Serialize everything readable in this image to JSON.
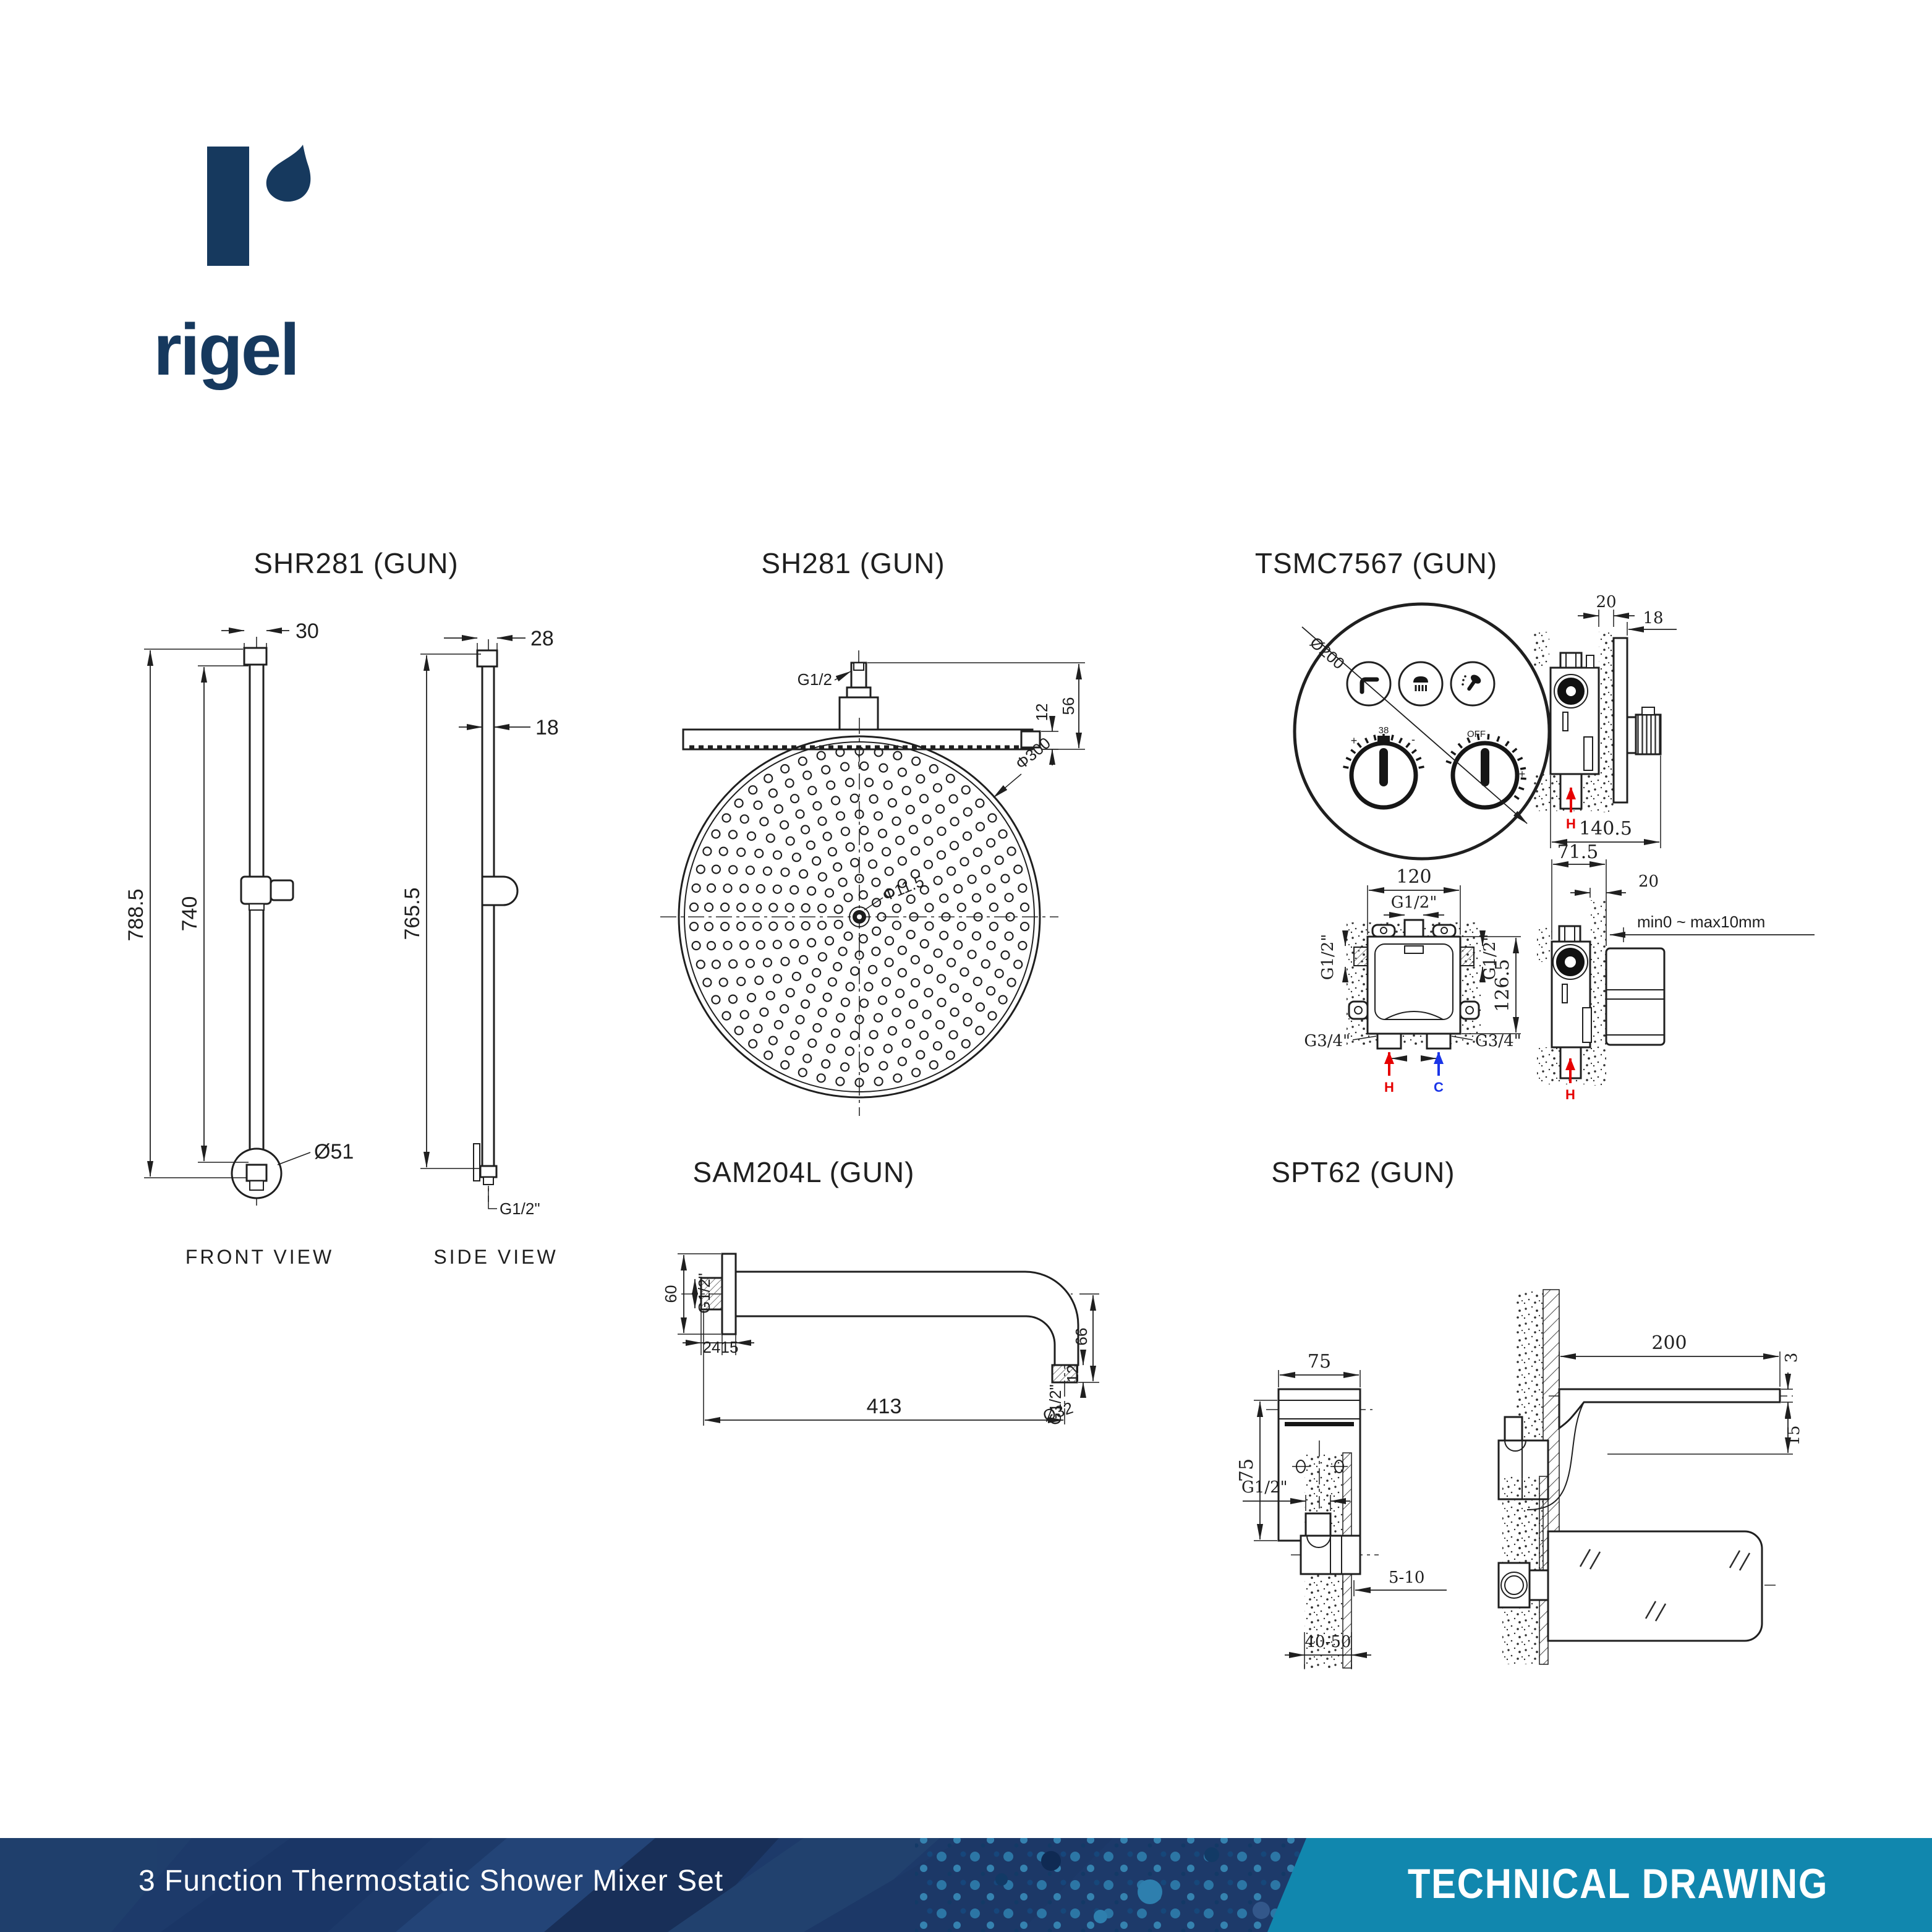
{
  "brand": {
    "name": "rigel"
  },
  "sections": {
    "shr281": {
      "title": "SHR281 (GUN)",
      "front_caption": "FRONT VIEW",
      "side_caption": "SIDE VIEW",
      "dims": {
        "top_width": "30",
        "side_top_width": "28",
        "rail_depth": "18",
        "overall_length": "788.5",
        "inner_length": "740",
        "side_length": "765.5",
        "bottom_diameter": "Ø51",
        "thread": "G1/2\""
      }
    },
    "sh281": {
      "title": "SH281 (GUN)",
      "dims": {
        "thread": "G1/2",
        "edge_thickness": "12",
        "total_height": "56",
        "face_diameter": "Φ300",
        "center_hole": "Φ11.5"
      }
    },
    "tsmc7567": {
      "title": "TSMC7567 (GUN)",
      "faceplate": {
        "diameter": "Ø200",
        "temp_label": "38",
        "plus": "+",
        "minus": "-",
        "off_label": "OFF"
      },
      "side": {
        "wall_gap": "20",
        "trim_depth": "18",
        "total_depth": "140.5",
        "hot": "H"
      },
      "roughin_front": {
        "width": "120",
        "top_thread": "G1/2\"",
        "left_thread": "G1/2\"",
        "right_thread": "G1/2\"",
        "height": "126.5",
        "bottom_left_thread": "G3/4\"",
        "bottom_right_thread": "G3/4\"",
        "hot": "H",
        "cold": "C"
      },
      "roughin_side": {
        "body_depth": "71.5",
        "wall": "20",
        "range": "min0 ~ max10mm",
        "hot": "H"
      }
    },
    "sam204l": {
      "title": "SAM204L (GUN)",
      "dims": {
        "flange_height": "60",
        "thread": "G1/2\"",
        "stub": "24",
        "flange": "15",
        "length": "413",
        "drop": "66",
        "tip": "12",
        "tip_thread": "G1/2\"",
        "tip_diameter": "Ø32"
      }
    },
    "spt62": {
      "title": "SPT62 (GUN)",
      "front": {
        "width": "75",
        "height": "75"
      },
      "side": {
        "projection": "200",
        "tip_thickness": "3",
        "tip_height": "15"
      },
      "install": {
        "thread": "G1/2\"",
        "finish_gap": "5-10",
        "wall_range": "40-50"
      }
    }
  },
  "footer": {
    "product_name": "3 Function Thermostatic Shower Mixer Set",
    "right_label": "TECHNICAL DRAWING"
  }
}
